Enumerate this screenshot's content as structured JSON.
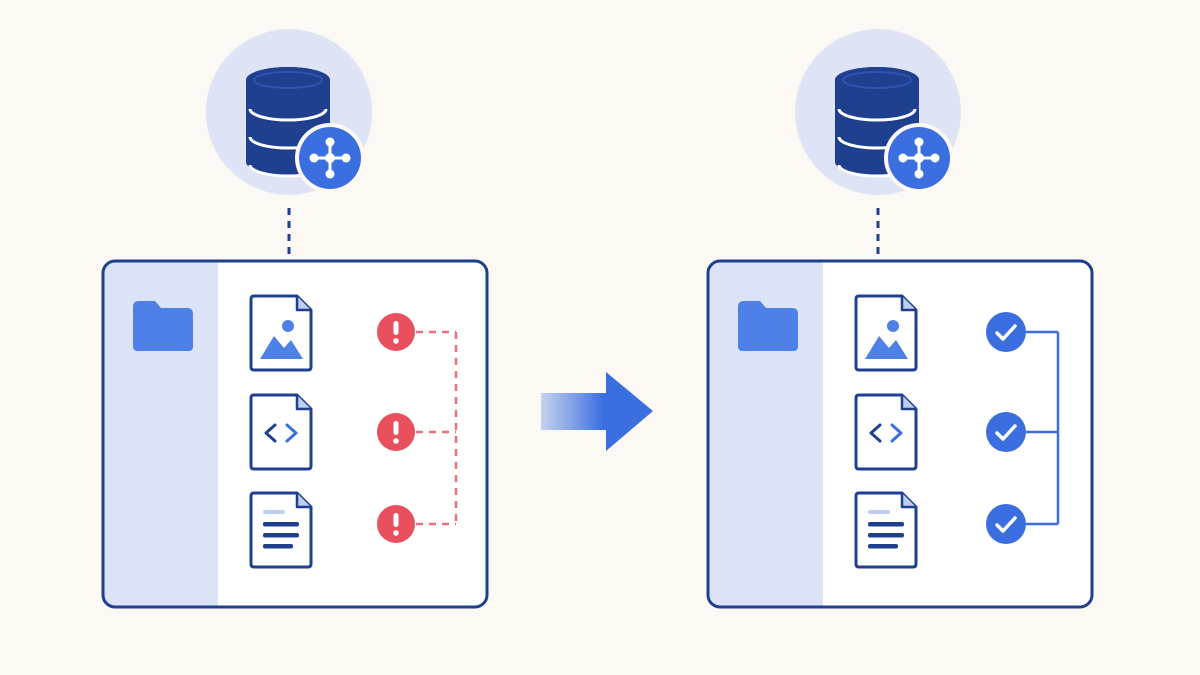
{
  "colors": {
    "background": "#FCF9F4",
    "navy": "#1F3F8F",
    "accent_blue": "#3B6FE0",
    "halo": "#DEE3F5",
    "sidebar": "#DCE3F6",
    "panel_border": "#1F3F8F",
    "panel_fill": "#FFFFFF",
    "error": "#E9505E",
    "error_line": "#E9707C",
    "success": "#3B6FE0",
    "icon_mid": "#4F80E8",
    "icon_light": "#BFCDEE"
  },
  "scenes": [
    {
      "state": "error",
      "database": {
        "icon": "database-icon",
        "badge_icon": "network-hub-icon"
      },
      "folder_icon": "folder-icon",
      "files": [
        {
          "icon": "image-file-icon",
          "status_icon": "exclamation-icon"
        },
        {
          "icon": "code-file-icon",
          "status_icon": "exclamation-icon"
        },
        {
          "icon": "text-file-icon",
          "status_icon": "exclamation-icon"
        }
      ],
      "connector_style": "dashed"
    },
    {
      "state": "success",
      "database": {
        "icon": "database-icon",
        "badge_icon": "network-hub-icon"
      },
      "folder_icon": "folder-icon",
      "files": [
        {
          "icon": "image-file-icon",
          "status_icon": "checkmark-icon"
        },
        {
          "icon": "code-file-icon",
          "status_icon": "checkmark-icon"
        },
        {
          "icon": "text-file-icon",
          "status_icon": "checkmark-icon"
        }
      ],
      "connector_style": "solid"
    }
  ],
  "transition_arrow": {
    "icon": "right-arrow-icon"
  }
}
